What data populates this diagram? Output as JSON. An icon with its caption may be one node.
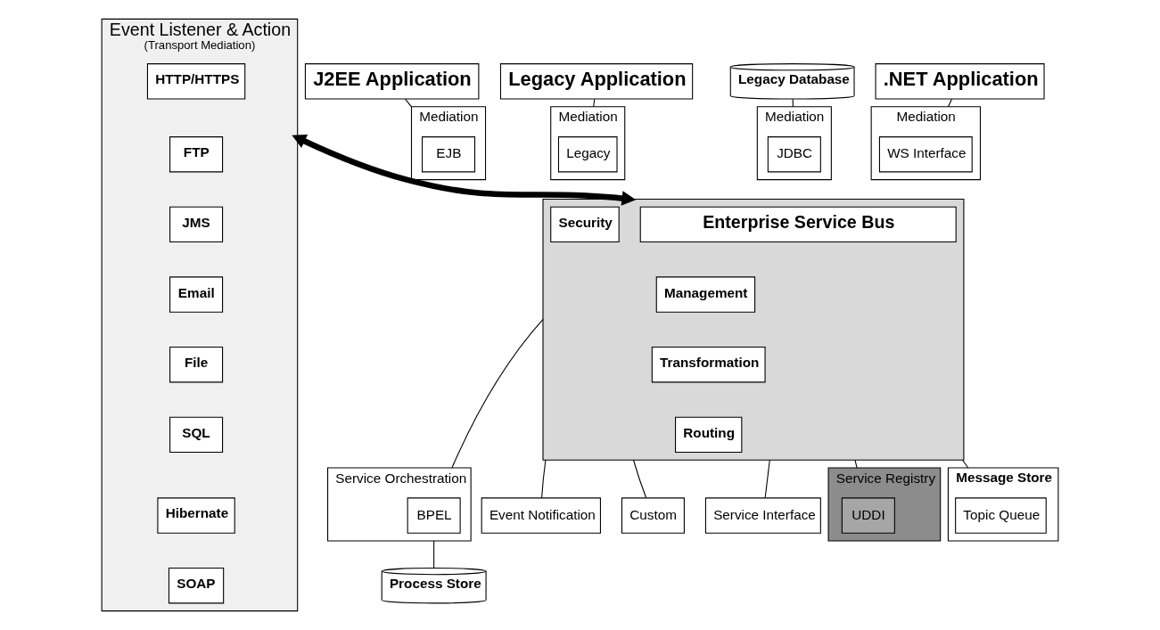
{
  "diagram": {
    "nodes": [
      {
        "text": [
          "Event Listener & Action",
          "(Transport Mediation)"
        ]
      },
      {
        "text": [
          "HTTP/HTTPS"
        ],
        "in": 0
      },
      {
        "text": [
          "FTP"
        ],
        "in": 0
      },
      {
        "text": [
          "JMS"
        ],
        "in": 0
      },
      {
        "text": [
          "Email"
        ],
        "in": 0
      },
      {
        "text": [
          "File"
        ],
        "in": 0
      },
      {
        "text": [
          "SQL"
        ],
        "in": 0
      },
      {
        "text": [
          "Hibernate"
        ],
        "in": 0
      },
      {
        "text": [
          "SOAP"
        ],
        "in": 0
      },
      {
        "text": [
          "Legacy Database"
        ]
      },
      {
        "text": [
          ".NET Application"
        ]
      },
      {
        "text": [
          "J2EE Application"
        ]
      },
      {
        "text": [
          "Legacy Application"
        ]
      },
      {
        "text": [],
        "shape": "box"
      },
      {
        "text": [
          "Enterprise Service Bus"
        ],
        "in": 13
      },
      {
        "text": [
          "Security"
        ],
        "in": 13
      },
      {
        "text": [
          "Management"
        ],
        "in": 13
      },
      {
        "text": [
          "Transformation"
        ],
        "in": 13
      },
      {
        "text": [
          "Routing"
        ],
        "in": 13
      },
      {
        "text": [
          "Mediation"
        ]
      },
      {
        "text": [
          "JDBC"
        ],
        "in": 19
      },
      {
        "text": [
          "Mediation"
        ]
      },
      {
        "text": [
          "WS Interface"
        ],
        "in": 21
      },
      {
        "text": [
          "Mediation"
        ]
      },
      {
        "text": [
          "EJB"
        ],
        "in": 23
      },
      {
        "text": [
          "Mediation"
        ]
      },
      {
        "text": [
          "Legacy"
        ],
        "in": 25
      },
      {
        "text": [
          "Service Registry"
        ]
      },
      {
        "text": [
          "UDDI"
        ],
        "in": 27
      },
      {
        "text": [
          "Message Store"
        ]
      },
      {
        "text": [
          "Topic Queue"
        ],
        "in": 29
      },
      {
        "text": [
          "Service Orchestration"
        ]
      },
      {
        "text": [
          "BPEL"
        ],
        "in": 31
      },
      {
        "text": [
          "Process Store"
        ]
      },
      {
        "text": [
          "Event Notification"
        ]
      },
      {
        "text": [
          "Custom"
        ]
      },
      {
        "text": [
          "Service Interface"
        ]
      }
    ],
    "edges": [
      {
        "from": 0,
        "to": 13,
        "arrow": "both",
        "style": "thick"
      },
      {
        "from": 9,
        "to": 19,
        "arrow": "none"
      },
      {
        "from": 10,
        "to": 21,
        "arrow": "none"
      },
      {
        "from": 11,
        "to": 23,
        "arrow": "none"
      },
      {
        "from": 12,
        "to": 25,
        "arrow": "none"
      },
      {
        "from": 13,
        "to": 27,
        "arrow": "none"
      },
      {
        "from": 13,
        "to": 29,
        "arrow": "none"
      },
      {
        "from": 13,
        "to": 31,
        "arrow": "none"
      },
      {
        "from": 13,
        "to": 34,
        "arrow": "none"
      },
      {
        "from": 13,
        "to": 35,
        "arrow": "none"
      },
      {
        "from": 13,
        "to": 36,
        "arrow": "none"
      },
      {
        "from": 31,
        "to": 33,
        "arrow": "none"
      }
    ]
  }
}
